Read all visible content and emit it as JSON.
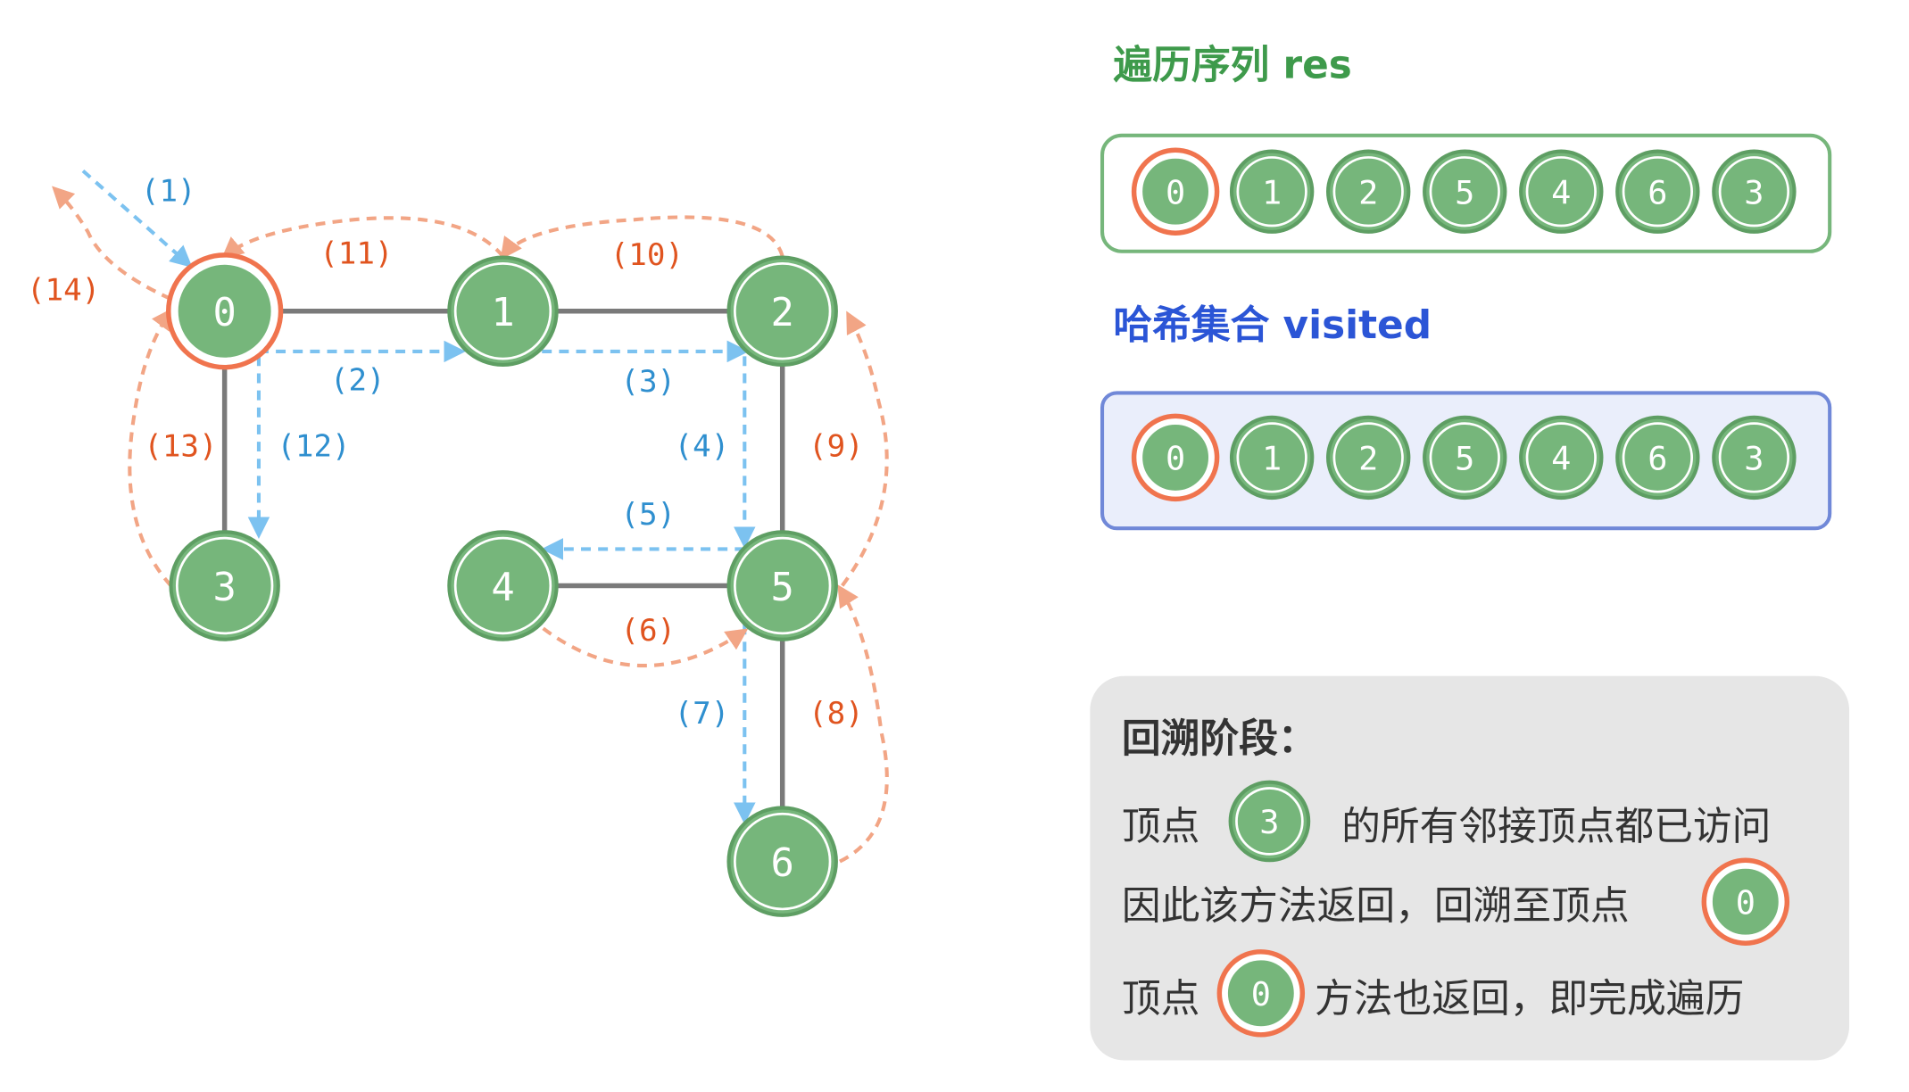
{
  "graph": {
    "nodes": [
      {
        "id": "0",
        "label": "0",
        "highlight": true
      },
      {
        "id": "1",
        "label": "1",
        "highlight": false
      },
      {
        "id": "2",
        "label": "2",
        "highlight": false
      },
      {
        "id": "3",
        "label": "3",
        "highlight": false
      },
      {
        "id": "4",
        "label": "4",
        "highlight": false
      },
      {
        "id": "5",
        "label": "5",
        "highlight": false
      },
      {
        "id": "6",
        "label": "6",
        "highlight": false
      }
    ],
    "edges": [
      [
        "0",
        "1"
      ],
      [
        "1",
        "2"
      ],
      [
        "0",
        "3"
      ],
      [
        "2",
        "5"
      ],
      [
        "4",
        "5"
      ],
      [
        "5",
        "6"
      ]
    ],
    "step_labels": [
      "(1)",
      "(2)",
      "(3)",
      "(4)",
      "(5)",
      "(6)",
      "(7)",
      "(8)",
      "(9)",
      "(10)",
      "(11)",
      "(12)",
      "(13)",
      "(14)"
    ]
  },
  "res": {
    "title": "遍历序列 res",
    "items": [
      "0",
      "1",
      "2",
      "5",
      "4",
      "6",
      "3"
    ]
  },
  "visited": {
    "title": "哈希集合 visited",
    "items": [
      "0",
      "1",
      "2",
      "5",
      "4",
      "6",
      "3"
    ]
  },
  "note": {
    "heading": "回溯阶段：",
    "line1_prefix": "顶点",
    "line1_node": "3",
    "line1_suffix": "的所有邻接顶点都已访问",
    "line2_prefix": "因此该方法返回，回溯至顶点",
    "line2_node": "0",
    "line3_prefix": "顶点",
    "line3_node": "0",
    "line3_suffix": "方法也返回，即完成遍历"
  },
  "colors": {
    "node_fill": "#76b67b",
    "node_ring": "#5e9e63",
    "highlight_ring": "#f0744e",
    "edge": "#7a7a7a",
    "forward_arrow": "#7cc2f0",
    "backtrack_arrow": "#f2a585",
    "forward_label": "#2f8fcf",
    "backtrack_label": "#e0541f",
    "res_title": "#3e9a4b",
    "visited_title": "#2b55d6"
  }
}
